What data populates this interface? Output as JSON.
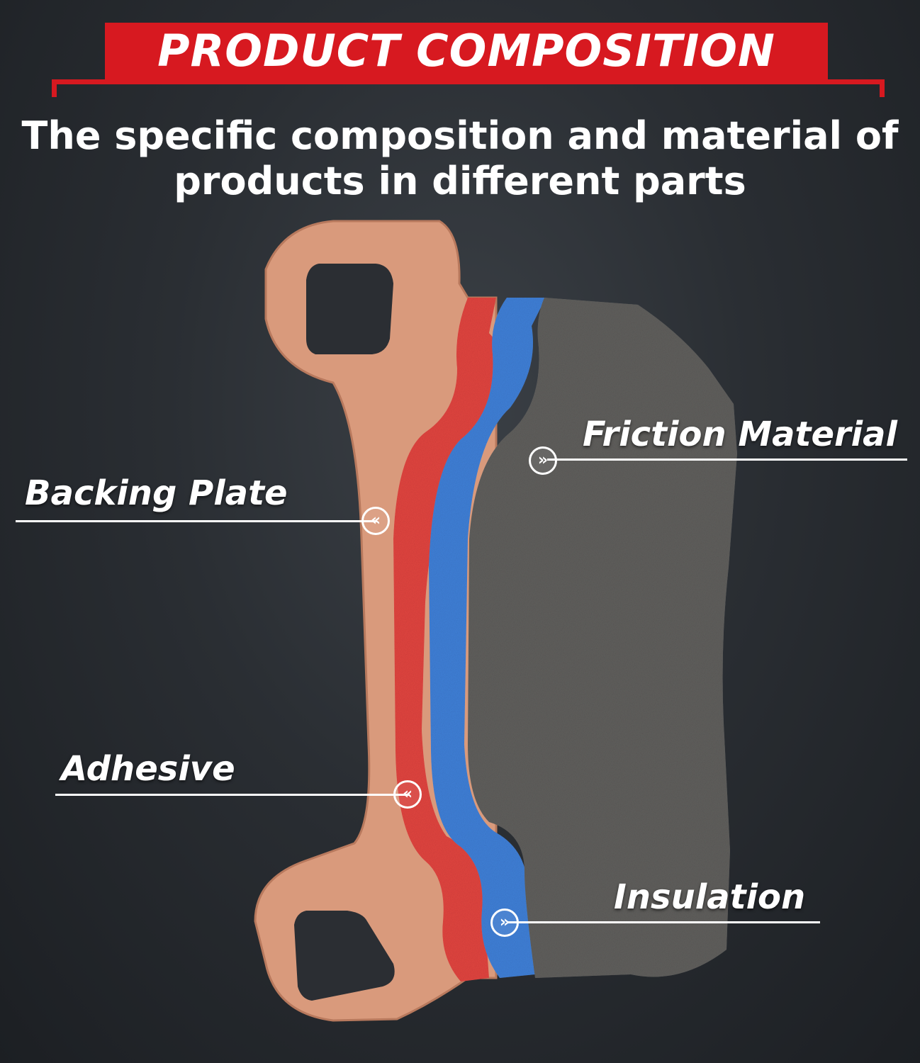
{
  "header": {
    "title": "PRODUCT COMPOSITION",
    "subtitle_line1": "The specific composition and material of",
    "subtitle_line2": "products in different parts"
  },
  "labels": {
    "friction_material": "Friction Material",
    "backing_plate": "Backing Plate",
    "adhesive": "Adhesive",
    "insulation": "Insulation"
  },
  "markers": {
    "left": "«",
    "right": "»"
  },
  "colors": {
    "banner_red": "#d71920",
    "backing_plate": "#d99a7c",
    "adhesive": "#e0443f",
    "insulation": "#3f7fd6",
    "friction": "#5f5e5c"
  }
}
